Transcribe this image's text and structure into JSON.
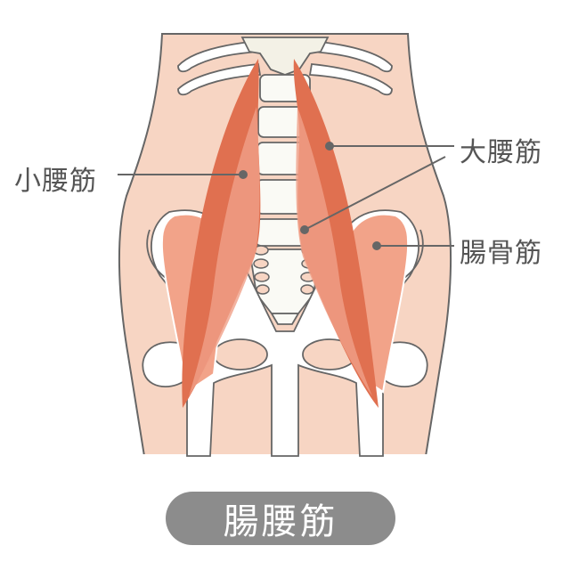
{
  "labels": {
    "psoas_minor": "小腰筋",
    "psoas_major": "大腰筋",
    "iliacus": "腸骨筋"
  },
  "title": "腸腰筋",
  "colors": {
    "skin": "#f7d5c3",
    "bone": "#ffffff",
    "bone_shade": "#e3e0d2",
    "muscle_dark": "#e07050",
    "muscle_light": "#f0a088",
    "outline": "#666666",
    "pill": "#8c8c8c"
  }
}
